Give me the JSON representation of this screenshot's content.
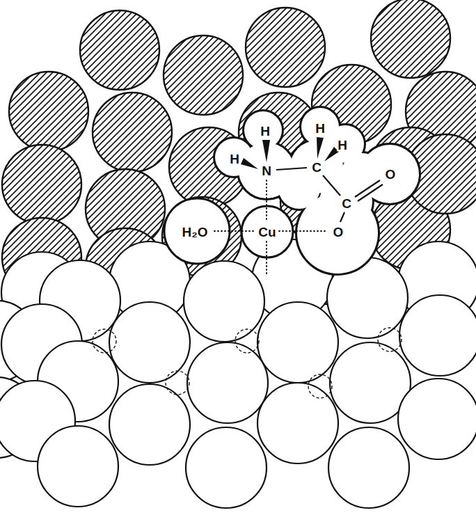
{
  "diagram": {
    "labels": [
      "H",
      "H",
      "H",
      "N",
      "C",
      "H",
      "C",
      "O",
      "H₂O",
      "Cu",
      "O"
    ]
  }
}
